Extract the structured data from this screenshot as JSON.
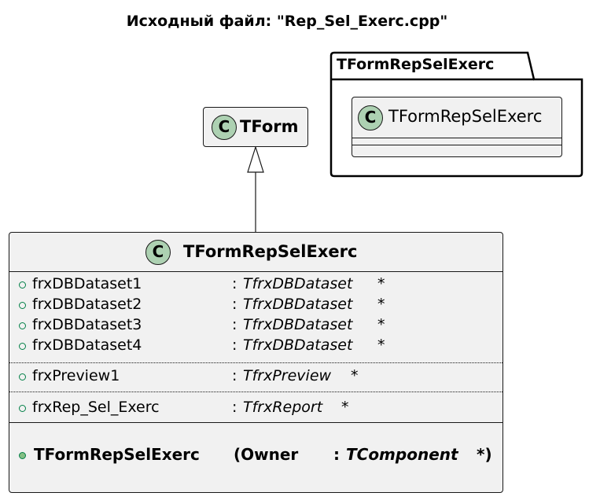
{
  "diagram": {
    "title": "Исходный файл: \"Rep_Sel_Exerc.cpp\"",
    "package": {
      "name": "TFormRepSelExerc",
      "class": {
        "badge": "C",
        "name": "TFormRepSelExerc"
      }
    },
    "base_class": {
      "badge": "C",
      "name": "TForm"
    },
    "main_class": {
      "badge": "C",
      "name": "TFormRepSelExerc",
      "attributes": [
        {
          "name": "frxDBDataset1",
          "colon": ":",
          "type": "TfrxDBDataset",
          "ptr": "*"
        },
        {
          "name": "frxDBDataset2",
          "colon": ":",
          "type": "TfrxDBDataset",
          "ptr": "*"
        },
        {
          "name": "frxDBDataset3",
          "colon": ":",
          "type": "TfrxDBDataset",
          "ptr": "*"
        },
        {
          "name": "frxDBDataset4",
          "colon": ":",
          "type": "TfrxDBDataset",
          "ptr": "*"
        },
        {
          "name": "frxPreview1",
          "colon": ":",
          "type": "TfrxPreview",
          "ptr": "*"
        },
        {
          "name": "frxRep_Sel_Exerc",
          "colon": ":",
          "type": "TfrxReport",
          "ptr": "*"
        }
      ],
      "operation": {
        "name": "TFormRepSelExerc",
        "open": "(Owner",
        "colon": ":",
        "type": "TComponent",
        "close": "*)"
      }
    }
  }
}
